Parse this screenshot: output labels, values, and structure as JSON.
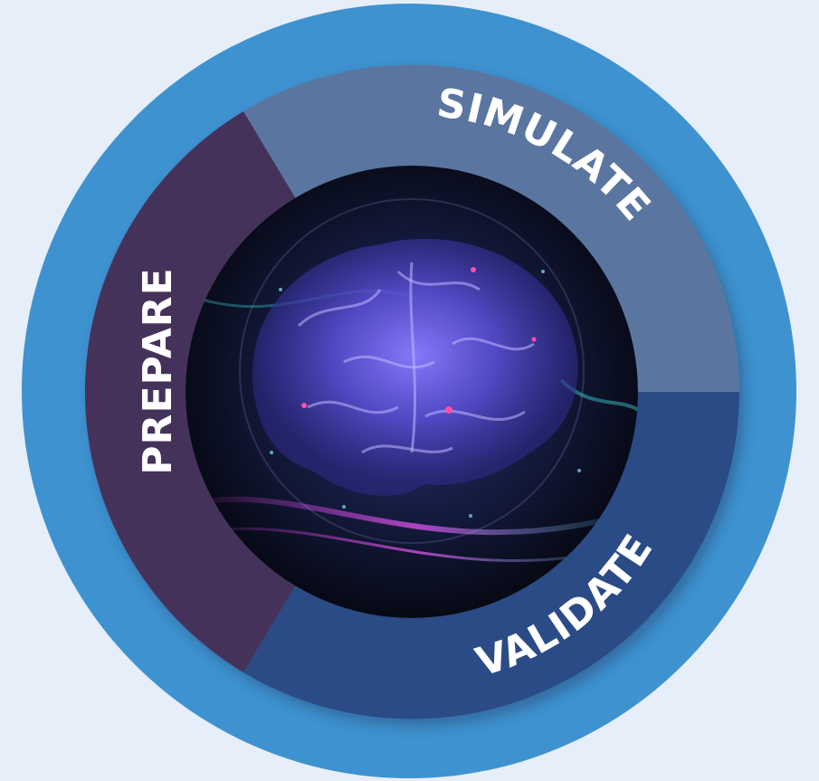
{
  "diagram": {
    "segments": [
      {
        "id": "prepare",
        "label": "PREPARE",
        "color": "#45315a"
      },
      {
        "id": "simulate",
        "label": "SIMULATE",
        "color": "#5a76a0"
      },
      {
        "id": "validate",
        "label": "VALIDATE",
        "color": "#2b4c85"
      }
    ],
    "outer_ring_color": "#3e92cf",
    "center_image": "brain-illustration"
  }
}
